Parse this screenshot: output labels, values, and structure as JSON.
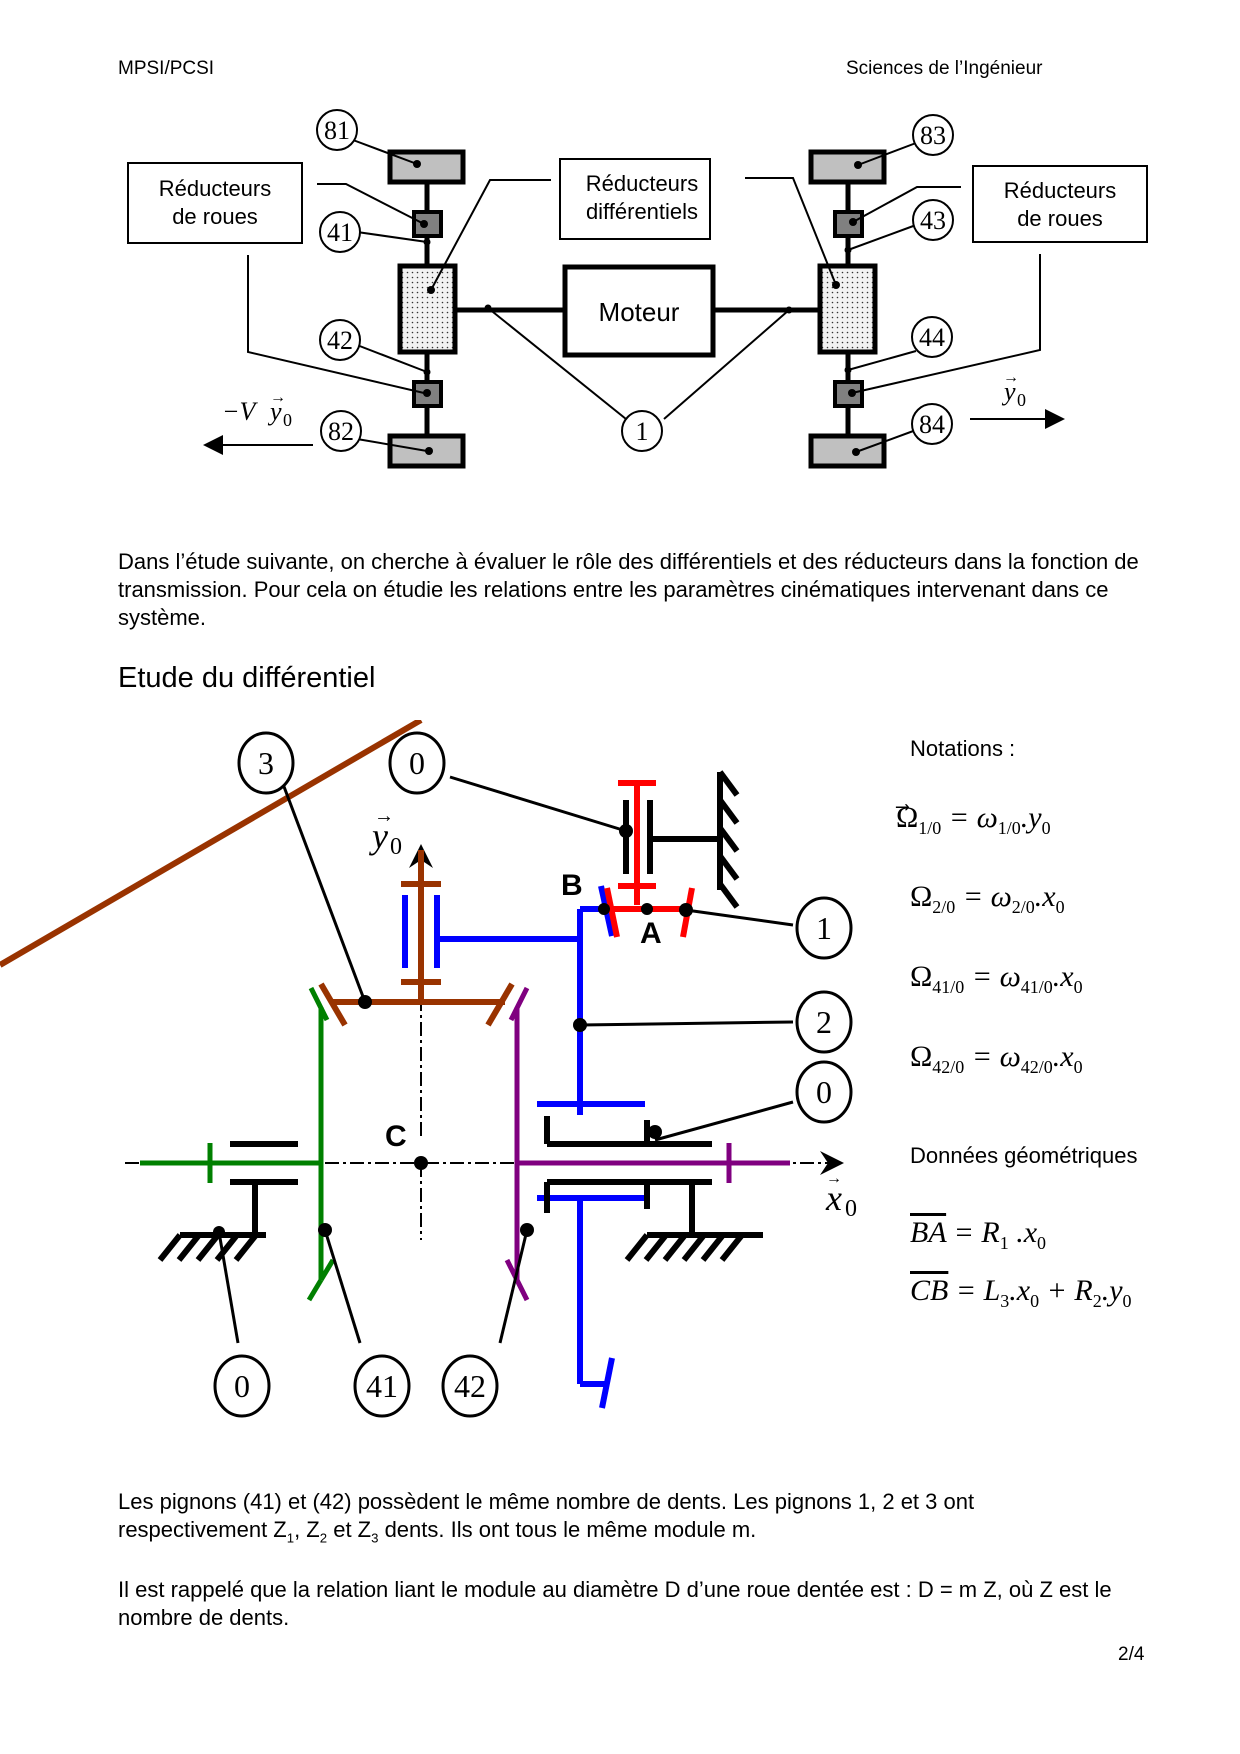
{
  "header": {
    "left": "MPSI/PCSI",
    "right": "Sciences de l’Ingénieur"
  },
  "diagram1": {
    "box_left": [
      "Réducteurs",
      "de roues"
    ],
    "box_center": [
      "Réducteurs",
      "différentiels"
    ],
    "box_right": [
      "Réducteurs",
      "de roues"
    ],
    "motor": "Moteur",
    "labels": {
      "l81": "81",
      "l41": "41",
      "l42": "42",
      "l82": "82",
      "l83": "83",
      "l43": "43",
      "l44": "44",
      "l84": "84",
      "l1": "1"
    },
    "vel_left": "−V",
    "vel_left_vec": "y",
    "vel_left_sub": "0",
    "vel_right_vec": "y",
    "vel_right_sub": "0"
  },
  "intro_paragraph": "Dans l’étude suivante, on cherche à évaluer le rôle des différentiels et des réducteurs dans la fonction de transmission. Pour cela on étudie les relations entre les paramètres cinématiques intervenant dans ce système.",
  "section_title": "Etude du différentiel",
  "diagram2": {
    "labels": {
      "c3": "3",
      "c0_top": "0",
      "c1": "1",
      "c2": "2",
      "c0_right": "0",
      "c0_bottom": "0",
      "c41": "41",
      "c42": "42"
    },
    "points": {
      "A": "A",
      "B": "B",
      "C": "C"
    },
    "axis_y": {
      "vec": "y",
      "sub": "0"
    },
    "axis_x": {
      "vec": "x",
      "sub": "0"
    },
    "colors": {
      "part0": "#000000",
      "part1": "#ff0000",
      "part2": "#0000ff",
      "part3": "#993300",
      "part41": "#008000",
      "part42": "#800080"
    }
  },
  "notations": {
    "title": "Notations :",
    "items": [
      {
        "lhs": "Ω",
        "lhs_sub": "1/0",
        "rhs": "ω",
        "rhs_sub": "1/0",
        "vec": "y",
        "vec_sub": "0"
      },
      {
        "lhs": "Ω",
        "lhs_sub": "2/0",
        "rhs": "ω",
        "rhs_sub": "2/0",
        "vec": "x",
        "vec_sub": "0"
      },
      {
        "lhs": "Ω",
        "lhs_sub": "41/0",
        "rhs": "ω",
        "rhs_sub": "41/0",
        "vec": "x",
        "vec_sub": "0"
      },
      {
        "lhs": "Ω",
        "lhs_sub": "42/0",
        "rhs": "ω",
        "rhs_sub": "42/0",
        "vec": "x",
        "vec_sub": "0"
      }
    ]
  },
  "geometry": {
    "title": "Données géométriques",
    "eq1": {
      "lhs": "BA",
      "rhs_coef": "R",
      "rhs_coef_sub": "1",
      "vec": "x",
      "vec_sub": "0"
    },
    "eq2": {
      "lhs": "CB",
      "t1_coef": "L",
      "t1_sub": "3",
      "t1_vec": "x",
      "t1_vec_sub": "0",
      "t2_coef": "R",
      "t2_sub": "2",
      "t2_vec": "y",
      "t2_vec_sub": "0"
    }
  },
  "para2_part1": "Les pignons (41) et (42) possèdent le même nombre de dents. Les pignons 1, 2 et 3 ont",
  "para2_part2": {
    "pre": "respectivement Z",
    "s1": "1",
    "m1": ", Z",
    "s2": "2",
    "m2": " et Z",
    "s3": "3",
    "post": " dents. Ils ont tous le même module m."
  },
  "para3": "Il est rappelé que la relation liant le module au diamètre D d’une roue dentée est : D = m Z, où Z est le nombre de dents.",
  "page_number": "2/4"
}
